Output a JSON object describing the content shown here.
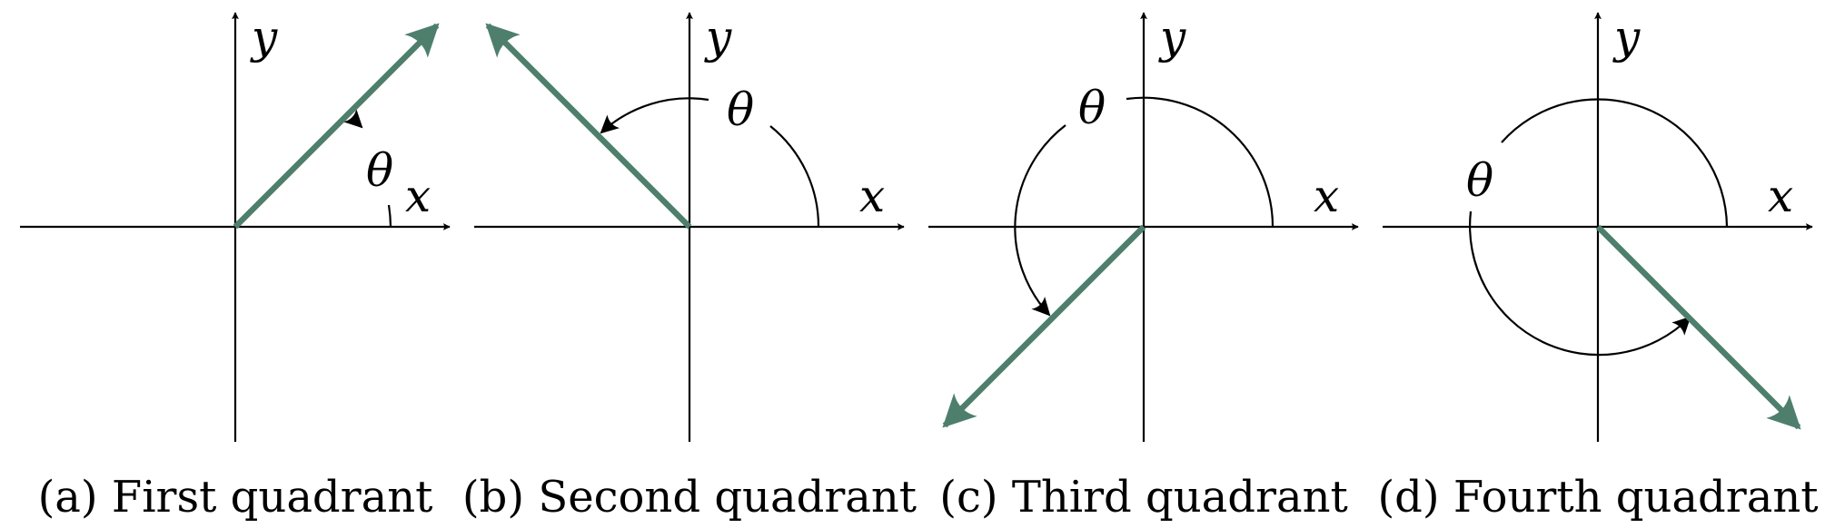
{
  "labels": {
    "x": "x",
    "y": "y",
    "theta": "θ"
  },
  "colors": {
    "vector": "#4e7f6d",
    "axes": "#000000"
  },
  "panels": [
    {
      "id": "a",
      "caption": "(a) First quadrant",
      "angle_deg": 45
    },
    {
      "id": "b",
      "caption": "(b) Second quadrant",
      "angle_deg": 135
    },
    {
      "id": "c",
      "caption": "(c) Third quadrant",
      "angle_deg": 225
    },
    {
      "id": "d",
      "caption": "(d) Fourth quadrant",
      "angle_deg": 315
    }
  ]
}
